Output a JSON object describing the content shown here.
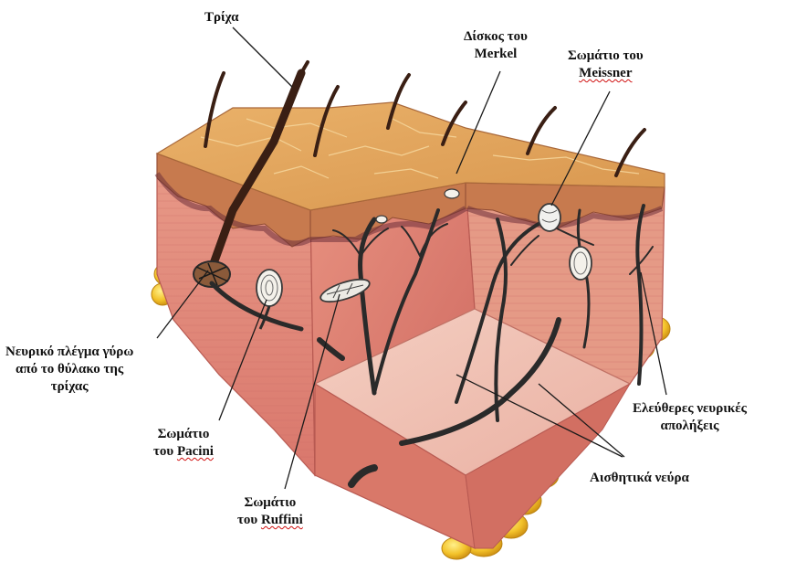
{
  "labels": {
    "hair": "Τρίχα",
    "merkel_line1": "Δίσκος του",
    "merkel_line2": "Merkel",
    "meissner_line1": "Σωμάτιο του",
    "meissner_line2": "Meissner",
    "plexus_line1": "Νευρικό πλέγμα γύρω",
    "plexus_line2": "από το θύλακο της",
    "plexus_line3": "τρίχας",
    "pacini_line1": "Σωμάτιο",
    "pacini_line2_prefix": "του ",
    "pacini_line2_name": "Pacini",
    "ruffini_line1": "Σωμάτιο",
    "ruffini_line2_prefix": "του ",
    "ruffini_line2_name": "Ruffini",
    "free_endings_line1": "Ελεύθερες νευρικές",
    "free_endings_line2": "απολήξεις",
    "sensory_nerves": "Αισθητικά νεύρα"
  },
  "colors": {
    "epidermis_top": "#e0a458",
    "epidermis_side": "#c98a4a",
    "dermis": "#e08a7a",
    "dermis_dark": "#c8655e",
    "inner_floor": "#f2c4b8",
    "fat": "#f3c22a",
    "fat_dark": "#d79a12",
    "nerve": "#2a2a2a",
    "hair": "#3a1f14"
  }
}
